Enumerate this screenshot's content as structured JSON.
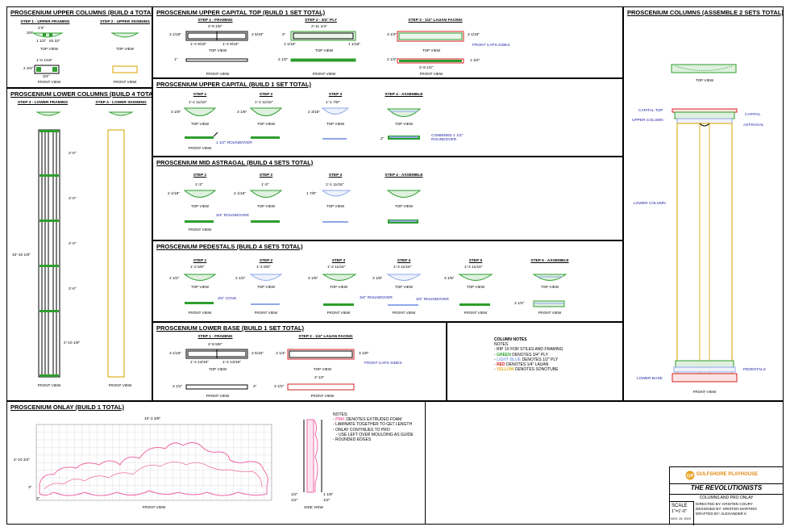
{
  "upper_columns": {
    "title": "PROSCENIUM UPPER COLUMNS (BUILD 4 TOTAL)",
    "step1": "STEP 1 - UPPER FRAMING",
    "step2": "STEP 2 - UPPER SKINNING",
    "dim_a": "2'3\"",
    "dim_b": "3/4\"",
    "dim_c": "1 1/2\"",
    "dim_d": "63 32\"",
    "dim_e": "1'-0 1/16\"",
    "dim_f": "2 3/4\"",
    "dim_g": "3/4\"",
    "top_view": "TOP VIEW",
    "front_view": "FRONT VIEW"
  },
  "lower_columns": {
    "title": "PROSCENIUM LOWER COLUMNS (BUILD 4 TOTAL)",
    "step3": "STEP 3 - LOWER FRAMING",
    "step4": "STEP 4 - LOWER SKINNING",
    "dim_total": "10'-10 1/8\"",
    "dim_2a": "2'-0\"",
    "dim_2b": "2'-0\"",
    "dim_2c": "2'-0\"",
    "dim_2d": "2'-0\"",
    "dim_bottom": "2'-10 1/8\"",
    "front_view": "FRONT VIEW"
  },
  "capital_top": {
    "title": "PROSCENIUM UPPER CAPITAL TOP (BUILD 1 SET TOTAL)",
    "step1": "STEP 1 - FRAMING",
    "step2": "STEP 2 - 3/4\" PLY",
    "step3": "STEP 3 - 1/4\" LAUAN FACING",
    "d1": "2'-9 1/8\"",
    "d2": "3 1/16\"",
    "d3": "2 5/16\"",
    "d4": "1'-4 9/16\"",
    "d5": "1'-4 9/16\"",
    "d6": "2'-11 1/4\"",
    "d7": "4\"",
    "d8": "1 1/16\"",
    "d9": "1 1/16\"",
    "d10": "3 1/4\"",
    "d11": "3 1/16\"",
    "d12": "FRONT CAPS SIDES",
    "d13": "1\"",
    "d14": "2 1/2\"",
    "d15": "2 1/2\"",
    "d16": "1 3/4\"",
    "d17": "2'-9 1/2\"",
    "top_view": "TOP VIEW",
    "front_view": "FRONT VIEW"
  },
  "upper_capital": {
    "title": "PROSCENIUM UPPER CAPITAL (BUILD 1 SET TOTAL)",
    "s1": "STEP 1",
    "s2": "STEP 2",
    "s3": "STEP 3",
    "s4": "STEP 4 - ASSEMBLE",
    "d1": "1'-4 11/16\"",
    "d2": "1'-4 11/16\"",
    "d3": "1'-1 7/8\"",
    "h1": "3 1/8\"",
    "h2": "3 1/8\"",
    "h3": "2 3/16\"",
    "roundover": "1 1/2\" ROUNDOVER",
    "combined": "COMBINED 1 1/2\" ROUNDOVER",
    "h4": "2\"",
    "top_view": "TOP VIEW",
    "front_view": "FRONT VIEW"
  },
  "mid_astragal": {
    "title": "PROSCENIUM MID ASTRAGAL (BUILD 4 SETS TOTAL)",
    "s1": "STEP 1",
    "s2": "STEP 2",
    "s3": "STEP 3",
    "s4": "STEP 4 - ASSEMBLE",
    "d1": "1'-3\"",
    "d2": "1'-3\"",
    "d3": "1'-1 11/16\"",
    "h1": "2 1/16\"",
    "h2": "2 1/16\"",
    "h3": "1 7/8\"",
    "roundover": "3/4\" ROUNDOVER",
    "top_view": "TOP VIEW",
    "front_view": "FRONT VIEW"
  },
  "pedestals": {
    "title": "PROSCENIUM PEDESTALS (BUILD 4 SETS TOTAL)",
    "s1": "STEP 1",
    "s2": "STEP 2",
    "s3": "STEP 3",
    "s4": "STEP 4",
    "s5": "STEP 5",
    "s6": "STEP 6 - ASSEMBLE",
    "d1": "1'-2 5/8\"",
    "d2": "1'-2 5/8\"",
    "d3": "1'-4 11/16\"",
    "d4": "1'-4 11/16\"",
    "d5": "1'-4 11/16\"",
    "h1": "2 1/2\"",
    "h2": "2 1/2\"",
    "h3": "3 1/8\"",
    "h4": "3 1/8\"",
    "h5": "3 1/8\"",
    "cove": "3/4\" COVE",
    "roundover1": "3/4\" ROUNDOVER",
    "roundover2": "3/4\" ROUNDOVER",
    "h6": "3 1/4\"",
    "top_view": "TOP VIEW",
    "front_view": "FRONT VIEW"
  },
  "lower_base": {
    "title": "PROSCENIUM LOWER BASE (BUILD 1 SET TOTAL)",
    "step1": "STEP 1 - FRAMING",
    "step2": "STEP 2 - 1/4\" LAUAN FACING",
    "d1": "2'-9 5/8\"",
    "d2": "3 1/16\"",
    "d3": "2 5/16\"",
    "d4": "1'-4 13/16\"",
    "d5": "1'-4 13/16\"",
    "d6": "3 1/4\"",
    "d7": "3 1/8\"",
    "d8": "FRONT CAPS SIDES",
    "d9": "2'-10\"",
    "d10": "3 1/2\"",
    "d11": "2\"",
    "d12": "3 1/2\"",
    "top_view": "TOP VIEW",
    "front_view": "FRONT VIEW"
  },
  "column_notes": {
    "title": "COLUMN NOTES",
    "notes_label": "NOTES",
    "n1": "- RIP 1X FOR STILES AND FRAMING",
    "n2_pre": "- ",
    "n2_color": "GREEN",
    "n2_post": " DENOTES 3/4\" PLY",
    "n3_pre": "- ",
    "n3_color": "LIGHT BLUE",
    "n3_post": " DENOTES 1/2\" PLY",
    "n4_pre": "- ",
    "n4_color": "RED",
    "n4_post": " DENOTES 1/4\" LAUAN",
    "n5_pre": "- ",
    "n5_color": "YELLOW",
    "n5_post": " DENOTES SONOTUBE"
  },
  "assemble": {
    "title": "PROSCENIUM COLUMNS (ASSEMBLE 2 SETS TOTAL)",
    "top_view": "TOP VIEW",
    "capital_top": "CAPITAL TOP",
    "capital": "CAPITAL",
    "upper_column": "UPPER COLUMN",
    "astragal": "ASTRAGAL",
    "lower_column": "LOWER COLUMN",
    "pedestals": "PEDESTALS",
    "lower_base": "LOWER BASE",
    "front_view": "FRONT VIEW"
  },
  "onlay": {
    "title": "PROSCENIUM ONLAY (BUILD 1 TOTAL)",
    "width": "10'-3 3/8\"",
    "height": "2'-10 3/4\"",
    "d_small1": "3\"",
    "d_small2": "3\"",
    "front_view": "FRONT VIEW",
    "side_view": "SIDE VIEW",
    "s1": "1/2\"",
    "s2": "1/2\"",
    "s3": "1 1/8\"",
    "s4": "1/2\"",
    "notes_label": "NOTES:",
    "n1_pre": "- ",
    "n1_color": "PINK",
    "n1_post": " DENOTES EXTRUDED FOAM",
    "n2": "- LAMINATE TOGETHER TO GET LENGTH",
    "n3": "- ONLAY CONTINUES TO PRO",
    "n4": "  - USE LEFT OVER MOULDING AS GUIDE",
    "n5": "- ROUNDED EDGES"
  },
  "titleblock": {
    "company": "GULFSHORE PLAYHOUSE",
    "show": "THE REVOLUTIONISTS",
    "sheet": "COLUMNS AND PRO ONLAY",
    "scale_label": "SCALE",
    "scale": "1\"=1'-0\"",
    "date": "NOV. 19, 2019",
    "directed": "DIRECTED BY: KRISTEN COURY",
    "designed": "DESIGNED BY: KRISTEN MARTINO",
    "drafted": "DRAFTED BY: ALEXANDER K"
  },
  "colors": {
    "green": "#2e9e2e",
    "blue": "#8fa8e8",
    "red": "#d62020",
    "yellow": "#e0b020",
    "pink": "#ef6aa6"
  }
}
